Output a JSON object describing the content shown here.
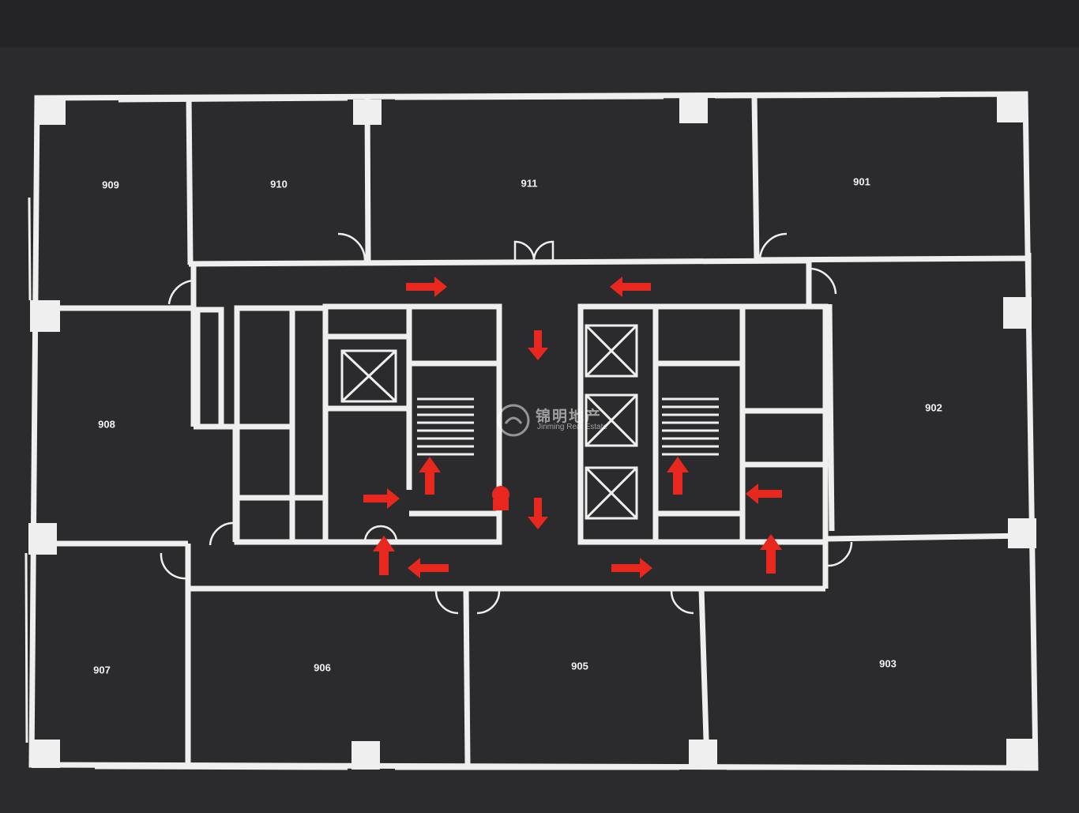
{
  "plan": {
    "rooms": [
      {
        "id": "909",
        "label": "909"
      },
      {
        "id": "910",
        "label": "910"
      },
      {
        "id": "911",
        "label": "911"
      },
      {
        "id": "901",
        "label": "901"
      },
      {
        "id": "908",
        "label": "908"
      },
      {
        "id": "902",
        "label": "902"
      },
      {
        "id": "907",
        "label": "907"
      },
      {
        "id": "906",
        "label": "906"
      },
      {
        "id": "905",
        "label": "905"
      },
      {
        "id": "903",
        "label": "903"
      }
    ]
  },
  "watermark": {
    "cn": "锦明地产",
    "en": "Jinming Real Estate"
  },
  "colors": {
    "background": "#2b2b2d",
    "wall": "#efefef",
    "arrow": "#e8281e",
    "text": "#f2f2f2"
  }
}
